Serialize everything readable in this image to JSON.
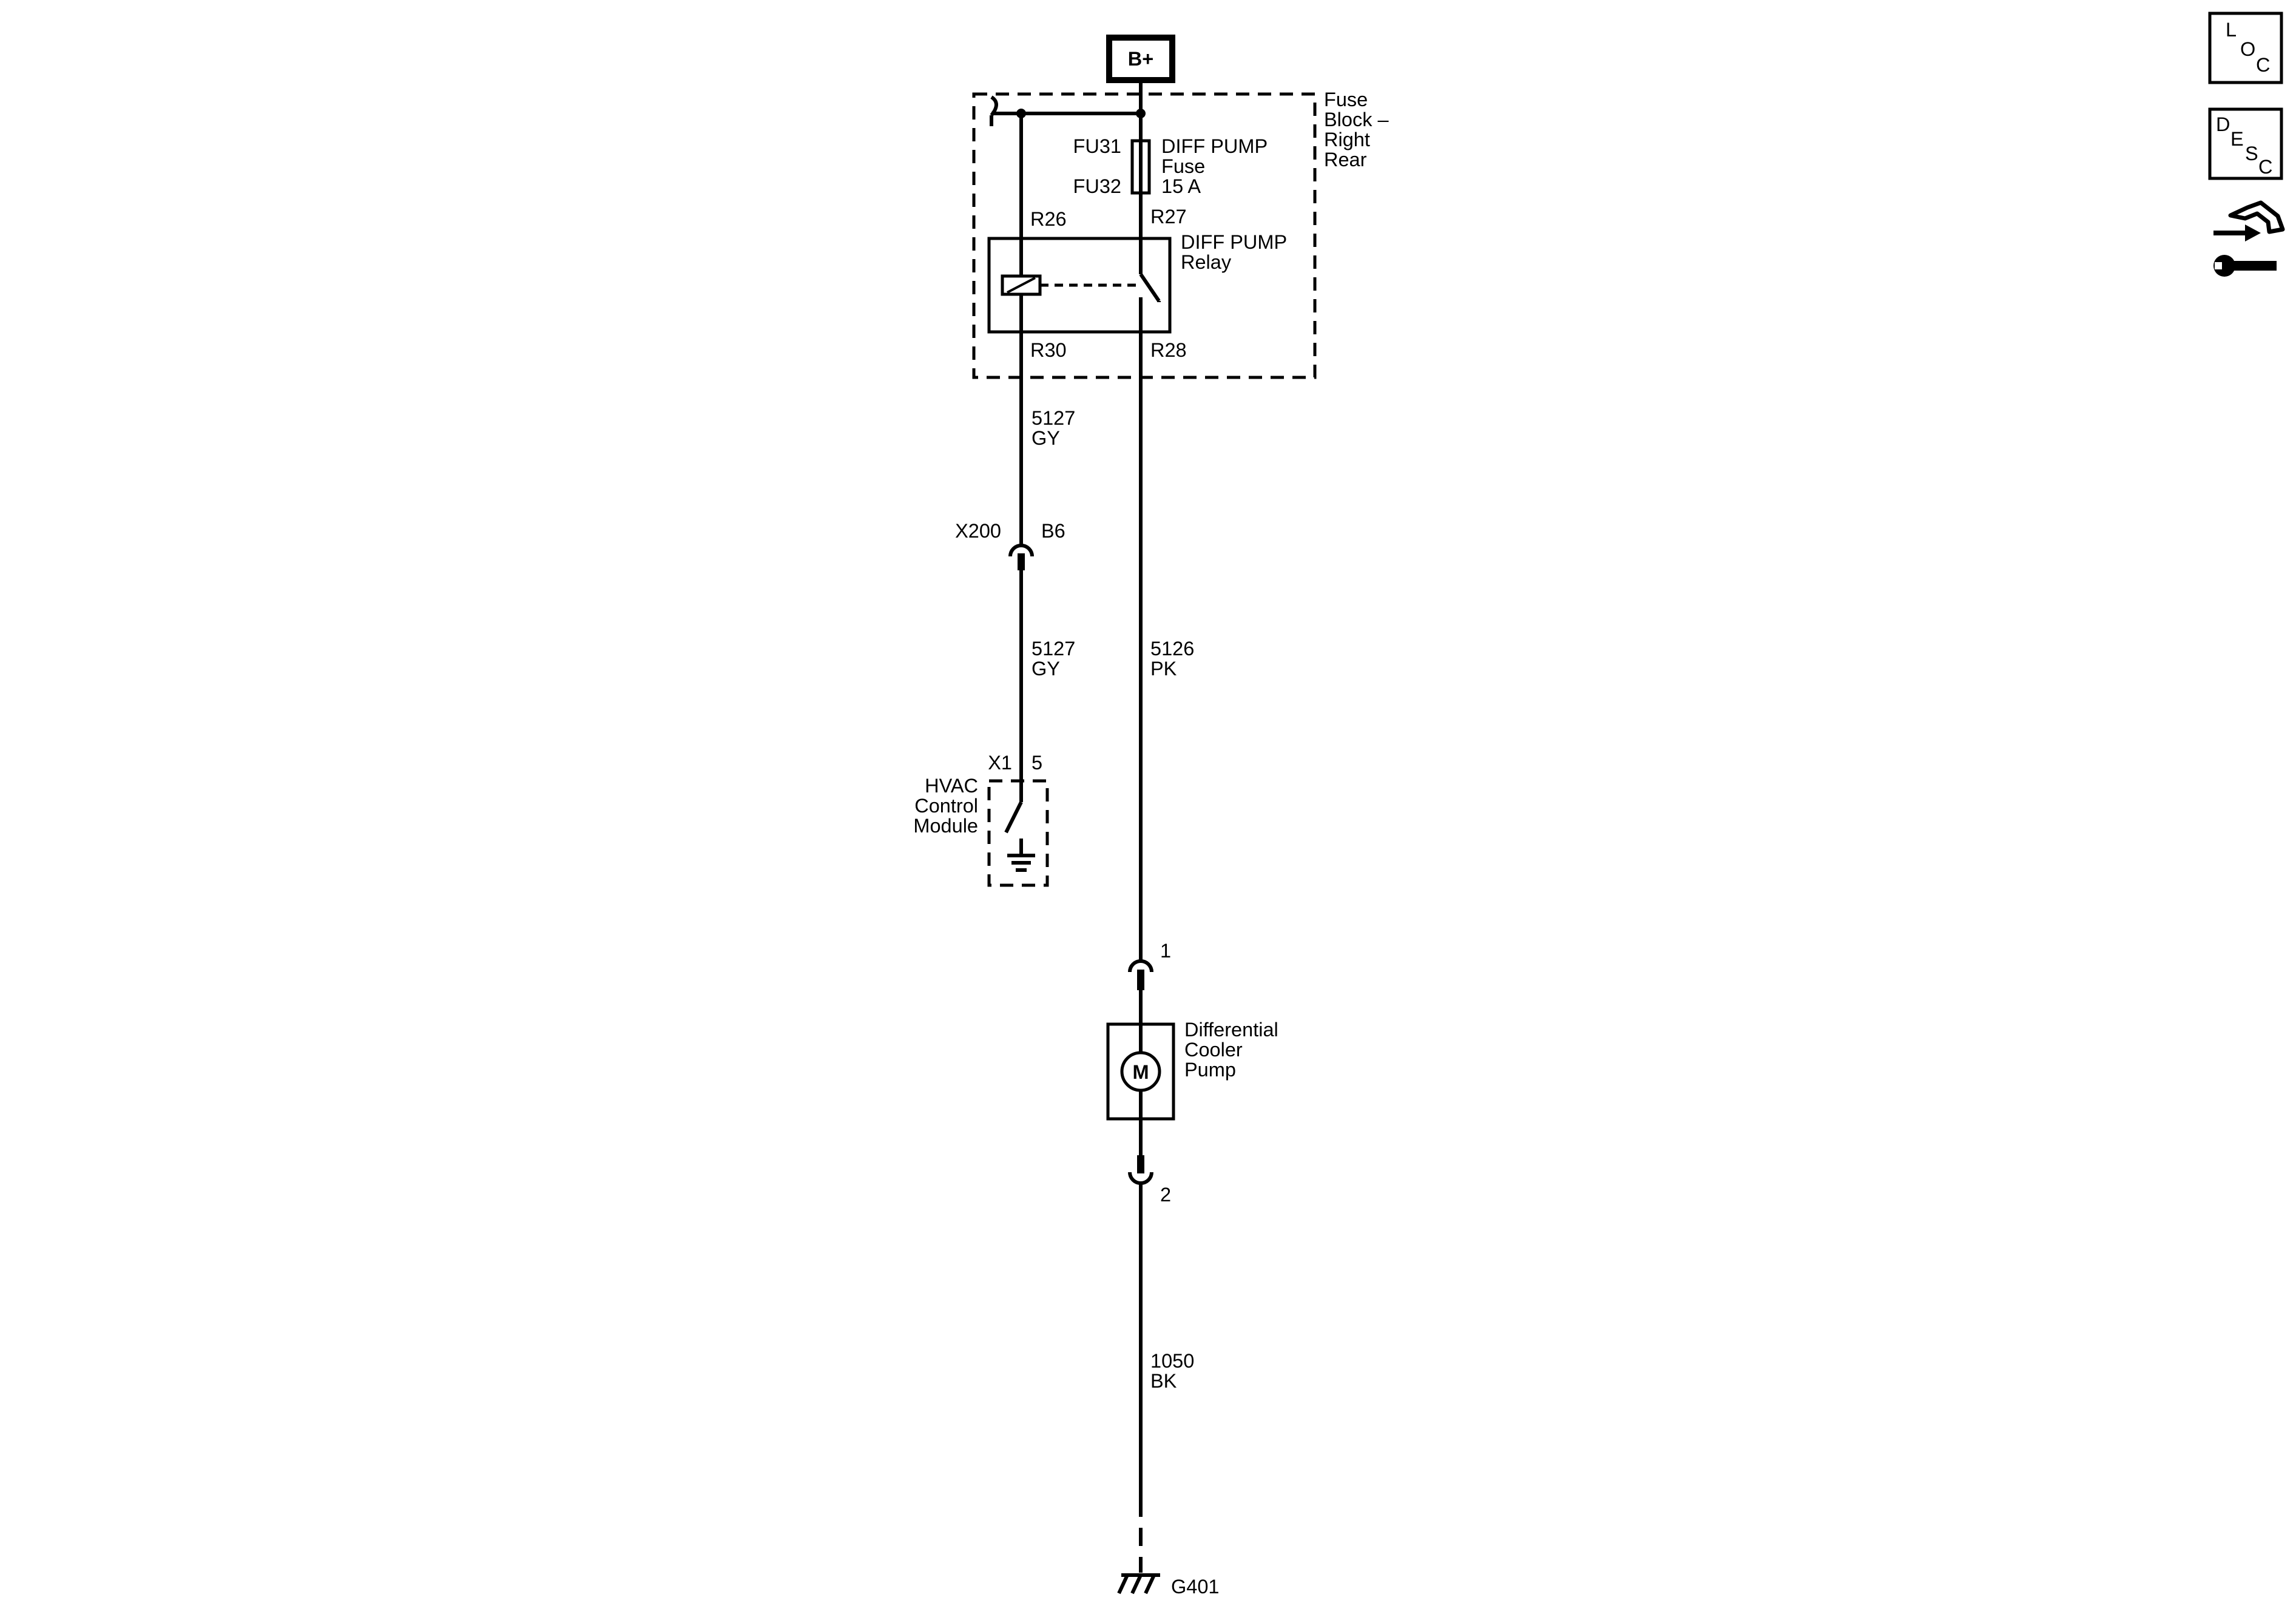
{
  "power_source": {
    "label": "B+"
  },
  "fuse_block": {
    "title_lines": [
      "Fuse",
      "Block –",
      "Right",
      "Rear"
    ]
  },
  "fuse": {
    "ids": [
      "FU31",
      "FU32"
    ],
    "label_lines": [
      "DIFF PUMP",
      "Fuse",
      "15 A"
    ]
  },
  "relay": {
    "label_lines": [
      "DIFF PUMP",
      "Relay"
    ],
    "terminals": {
      "r26": "R26",
      "r27": "R27",
      "r30": "R30",
      "r28": "R28"
    }
  },
  "circuits": {
    "upper_gy": {
      "number": "5127",
      "color": "GY"
    },
    "lower_gy": {
      "number": "5127",
      "color": "GY"
    },
    "pk": {
      "number": "5126",
      "color": "PK"
    },
    "bk": {
      "number": "1050",
      "color": "BK"
    }
  },
  "connectors": {
    "x200": {
      "name": "X200",
      "pin": "B6"
    },
    "x1": {
      "name": "X1",
      "pin": "5"
    },
    "pump_pin1": {
      "pin": "1"
    },
    "pump_pin2": {
      "pin": "2"
    }
  },
  "hvac_module": {
    "label_lines": [
      "HVAC",
      "Control",
      "Module"
    ]
  },
  "pump": {
    "symbol": "M",
    "label_lines": [
      "Differential",
      "Cooler",
      "Pump"
    ]
  },
  "ground": {
    "name": "G401"
  },
  "side_icons": {
    "loc": {
      "letters": [
        "L",
        "O",
        "C"
      ]
    },
    "desc": {
      "letters": [
        "D",
        "E",
        "S",
        "C"
      ]
    },
    "connector_tool": {
      "icon": "connector-wrench-icon"
    }
  }
}
